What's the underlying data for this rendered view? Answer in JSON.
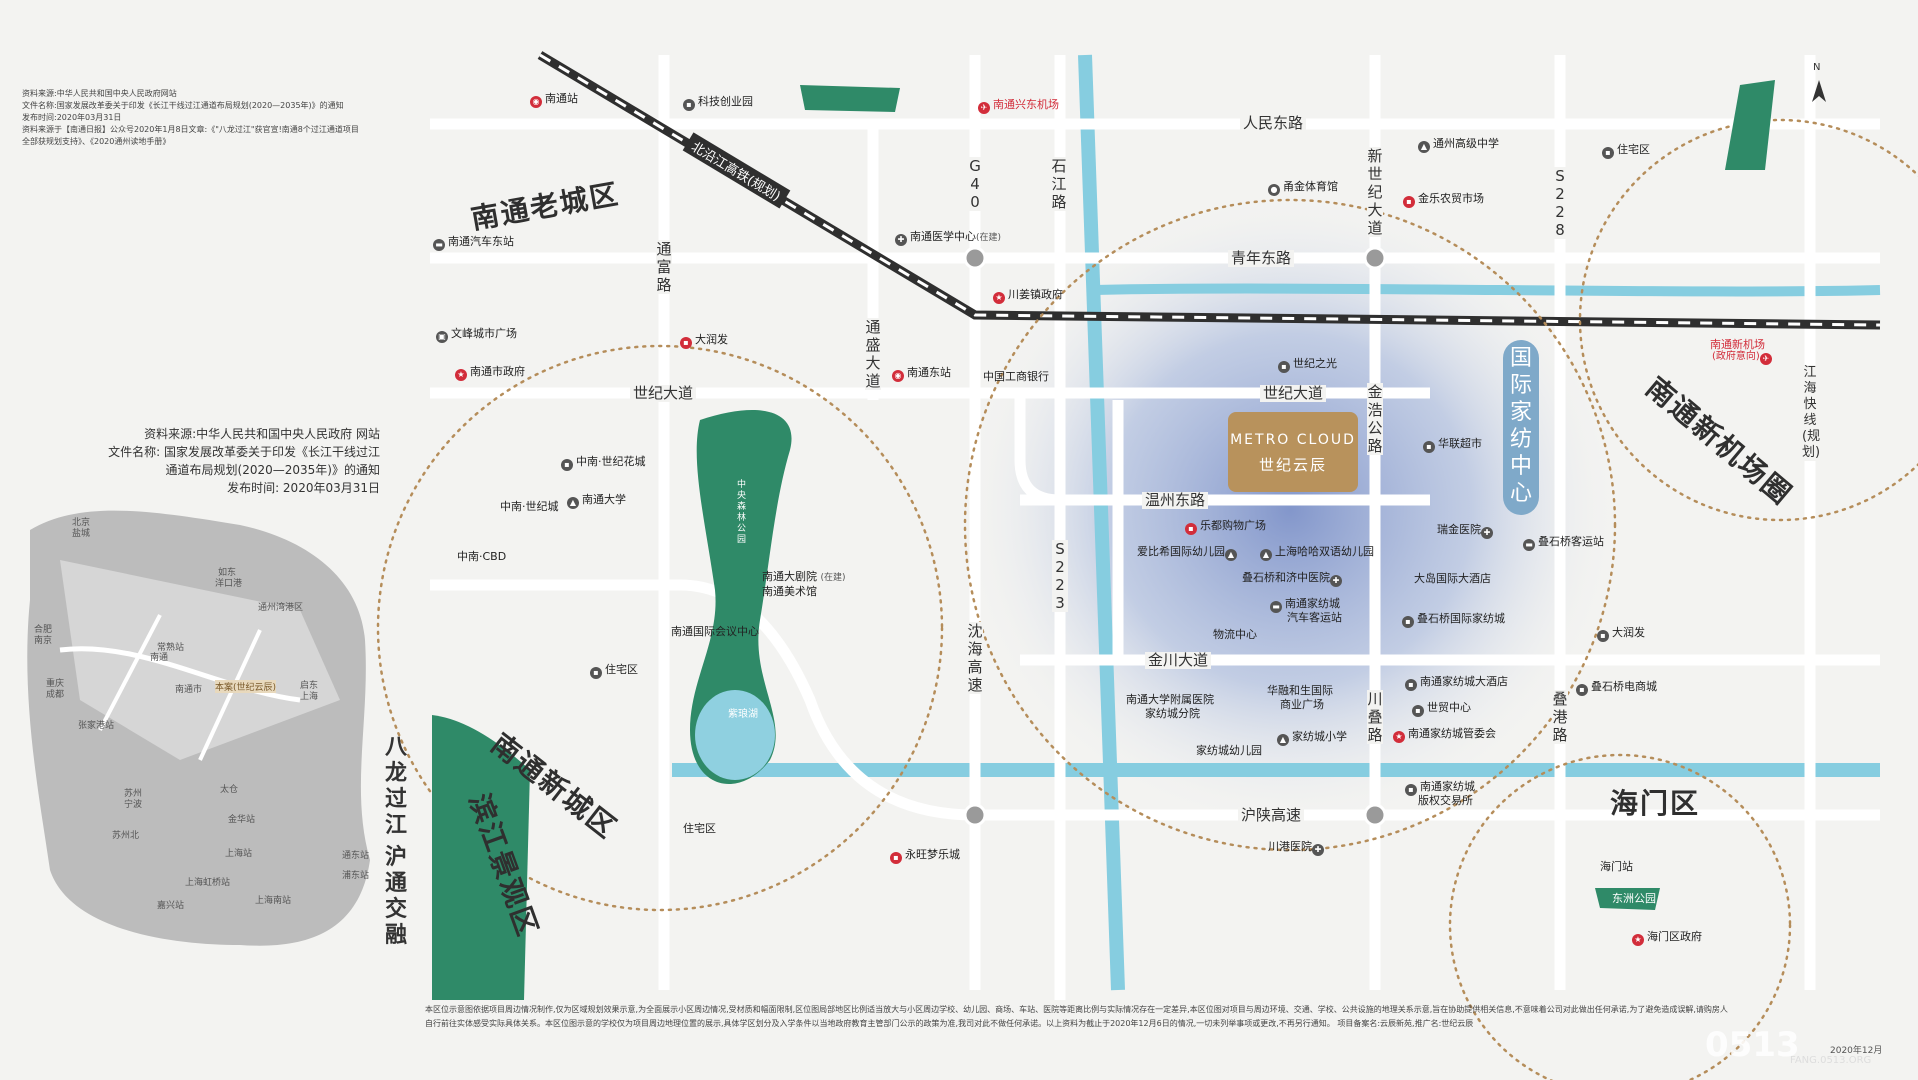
{
  "source_top": {
    "lines": [
      "资料来源:中华人民共和国中央人民政府网站",
      "文件名称:国家发展改革委关于印发《长江干线过江通道布局规划(2020—2035年)》的通知",
      "发布时间:2020年03月31日",
      "资料来源于【南通日报】公众号2020年1月8日文章:《\"八龙过江\"获官宣!南通8个过江通道项目",
      "全部获规划支持》、《2020通州读地手册》"
    ]
  },
  "source_mid": {
    "lines": [
      "资料来源:中华人民共和国中央人民政府 网站",
      "文件名称: 国家发展改革委关于印发《长江干线过江",
      "通道布局规划(2020—2035年)》的通知",
      "发布时间: 2020年03月31日"
    ]
  },
  "slogan": {
    "part1": "八龙过江",
    "part2": "沪通交融"
  },
  "zones": {
    "old_city": "南通老城区",
    "new_city": "南通新城区",
    "riverside": "滨江景观区",
    "haimen": "海门区",
    "airport": "南通新机场圈",
    "textile": "国际家纺中心"
  },
  "project": {
    "name_en": "METRO CLOUD",
    "name_cn": "世纪云辰"
  },
  "railway": {
    "label": "北沿江高铁(规划)"
  },
  "roads": {
    "renmin": "人民东路",
    "qingnian": "青年东路",
    "shiji_w": "世纪大道",
    "shiji_e": "世纪大道",
    "wenzhou": "温州东路",
    "jinchuan": "金川大道",
    "hushan": "沪陕高速",
    "g40": "G40",
    "shijiang": "石江路",
    "xinshiji": "新世纪大道",
    "s228": "S228",
    "tongfu": "通富路",
    "tongsheng": "通盛大道",
    "jinhao": "金浩公路",
    "s223": "S223",
    "shenhai": "沈海高速",
    "chuandie": "川叠路",
    "diegang": "叠港路",
    "jianghai": "江海快线(规划)"
  },
  "pois": {
    "nantong_station": "南通站",
    "keji": "科技创业园",
    "airport_xingdong": "南通兴东机场",
    "bus_east": "南通汽车东站",
    "medical_center": "南通医学中心",
    "medical_center_note": "(在建)",
    "chuanjiang_gov": "川姜镇政府",
    "wenfeng": "文峰城市广场",
    "daruifa1": "大润发",
    "city_gov": "南通市政府",
    "east_station": "南通东站",
    "icbc": "中国工商银行",
    "tiyuguan": "甬金体育馆",
    "jinle": "金乐农贸市场",
    "tongzhou_high": "通州高级中学",
    "residential_ne": "住宅区",
    "shijizhiguang": "世纪之光",
    "huaxian": "华联超市",
    "new_airport": "南通新机场",
    "new_airport_note": "(政府意向)",
    "zhongnan_huayuan": "中南·世纪花城",
    "zhongnan_uni": "南通大学",
    "zhongnan_city": "中南·世纪城",
    "zhongnan_cbd": "中南·CBD",
    "theatre": "南通大剧院",
    "art_museum": "南通美术馆",
    "building_note": "(在建)",
    "park": "中央森林公园",
    "conference": "南通国际会议中心",
    "residential_w": "住宅区",
    "lake": "紫琅湖",
    "residential_s": "住宅区",
    "yongwang": "永旺梦乐城",
    "ledu": "乐都购物广场",
    "aibixi": "爱比希国际幼儿园",
    "harrow": "上海哈哈双语幼儿园",
    "dieshi_tcm": "叠石桥和济中医院",
    "textile_bus": "南通家纺城",
    "textile_bus2": "汽车客运站",
    "logistics": "物流中心",
    "ruijin": "瑞金医院",
    "dieshi_bus": "叠石桥客运站",
    "dadao_hotel": "大岛国际大酒店",
    "dieshi_textile": "叠石桥国际家纺城",
    "daruifa2": "大润发",
    "univ_hospital": "南通大学附属医院",
    "univ_hospital2": "家纺城分院",
    "huarong": "华融和生国际",
    "huarong2": "商业广场",
    "textile_kinder": "家纺城幼儿园",
    "textile_primary": "家纺城小学",
    "textile_hotel": "南通家纺城大酒店",
    "world_trade": "世贸中心",
    "textile_admin": "南通家纺城管委会",
    "dieshi_ecom": "叠石桥电商城",
    "copyright": "南通家纺城",
    "copyright2": "版权交易所",
    "chuangang_hospital": "川港医院",
    "haimen_station": "海门站",
    "dongzhou_park": "东洲公园",
    "haimen_gov": "海门区政府"
  },
  "mini_map": {
    "labels": [
      "北京",
      "盐城",
      "如东",
      "洋口港",
      "通州湾港区",
      "合肥",
      "南京",
      "重庆",
      "成都",
      "启东",
      "上海",
      "南通市",
      "本案(世纪云辰)",
      "张家港站",
      "太仓",
      "苏州",
      "宁波",
      "上海站",
      "上海南站",
      "嘉兴站",
      "通东站",
      "浦东站",
      "上海虹桥站",
      "南通",
      "苏州北",
      "金华站",
      "常熟站"
    ]
  },
  "north": "N",
  "footer": {
    "lines": [
      "本区位示意图依据项目周边情况制作,仅为区域规划效果示意,为全面展示小区周边情况,受材质和幅面限制,区位图局部地区比例适当放大与小区周边学校、幼儿园、商场、车站、医院等距离比例与实际情况存在一定差异,本区位图对项目与周边环境、交通、学校、公共设施的地理关系示意,旨在协助提供相关信息,不意味着公司对此做出任何承诺,为了避免造成误解,请购房人",
      "自行前往实体感受实际具体关系。本区位图示意的学校仅为项目周边地理位置的展示,具体学区划分及入学条件以当地政府教育主管部门公示的政策为准,我司对此不做任何承诺。以上资料为截止于2020年12月6日的情况,一切未列举事项或更改,不再另行通知。 项目备案名:云辰新苑,推广名:世纪云辰"
    ],
    "watermark1": "0513",
    "watermark2": "FANG.0513.ORG",
    "date": "2020年12月"
  },
  "colors": {
    "river": "#86cde0",
    "road": "#ffffff",
    "green": "#2f8a68",
    "dotted": "#b58d5a",
    "gold": "#b8925c",
    "textile_bg": "#7a8fc6"
  }
}
